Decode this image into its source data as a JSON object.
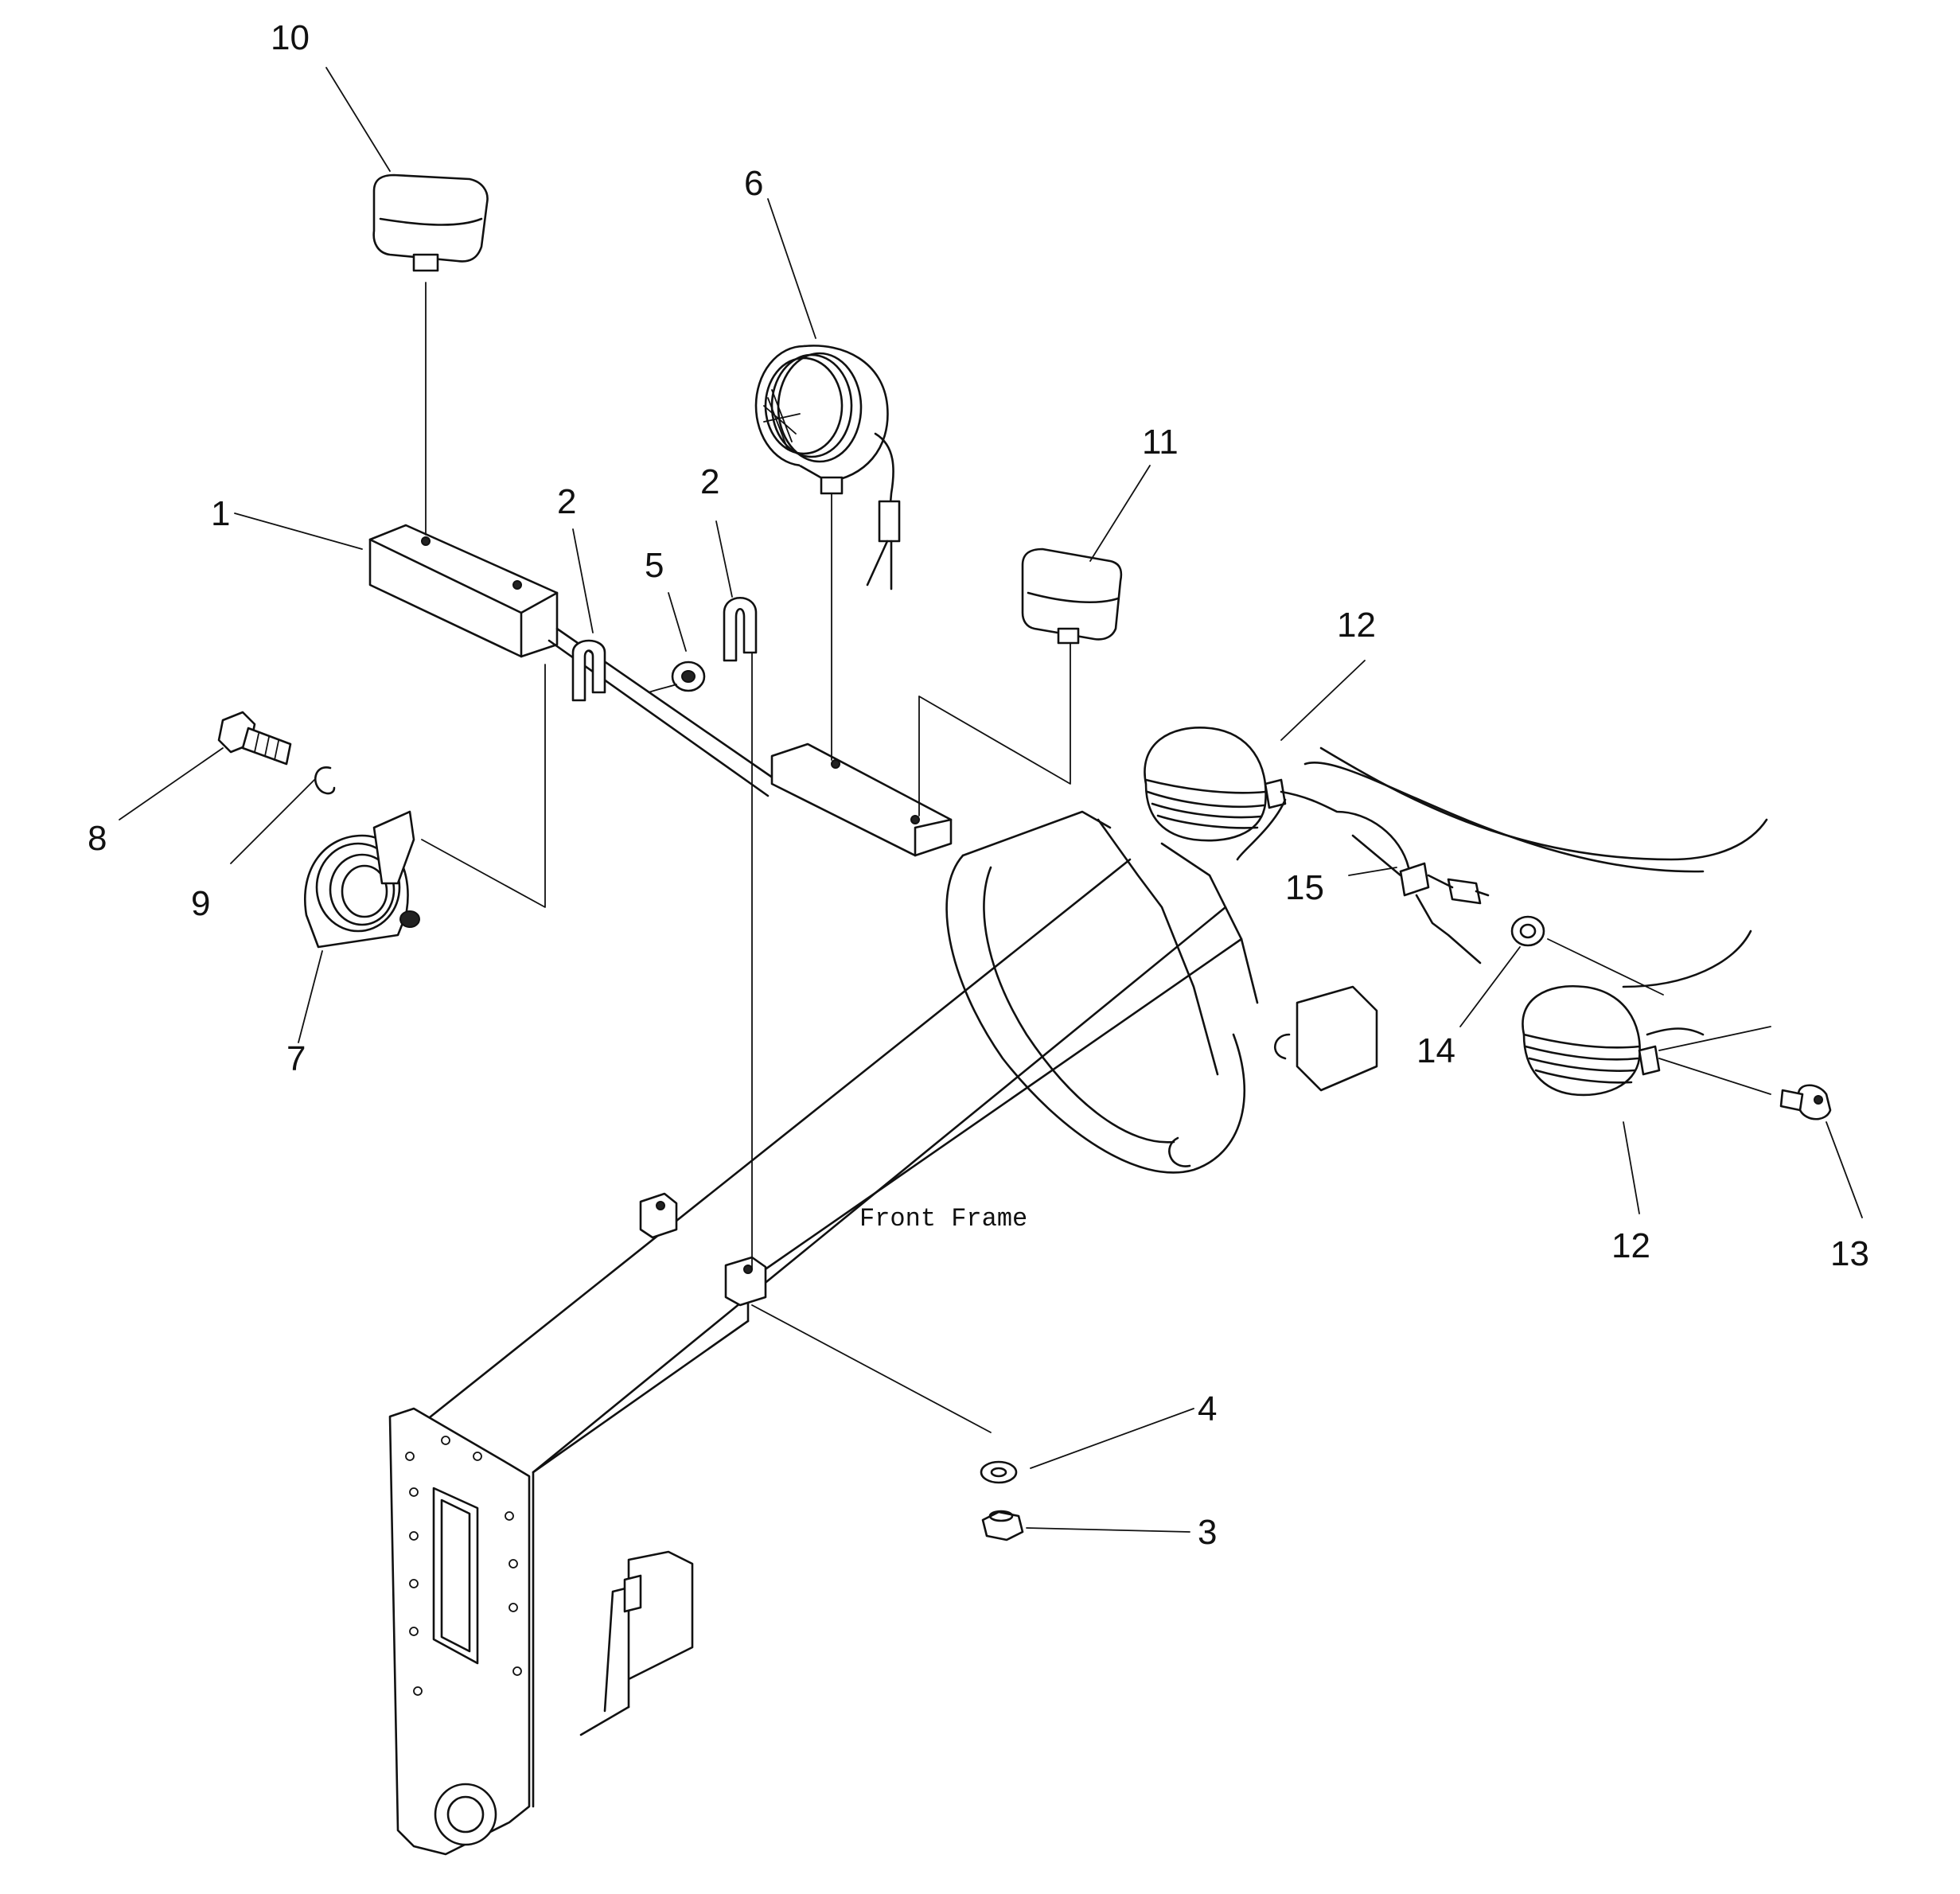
{
  "callouts": {
    "c1": "1",
    "c2a": "2",
    "c2b": "2",
    "c3": "3",
    "c4": "4",
    "c5": "5",
    "c6": "6",
    "c7": "7",
    "c8": "8",
    "c9": "9",
    "c10": "10",
    "c11": "11",
    "c12a": "12",
    "c12b": "12",
    "c13": "13",
    "c14": "14",
    "c15": "15"
  },
  "labels": {
    "front_frame": "Front Frame"
  }
}
